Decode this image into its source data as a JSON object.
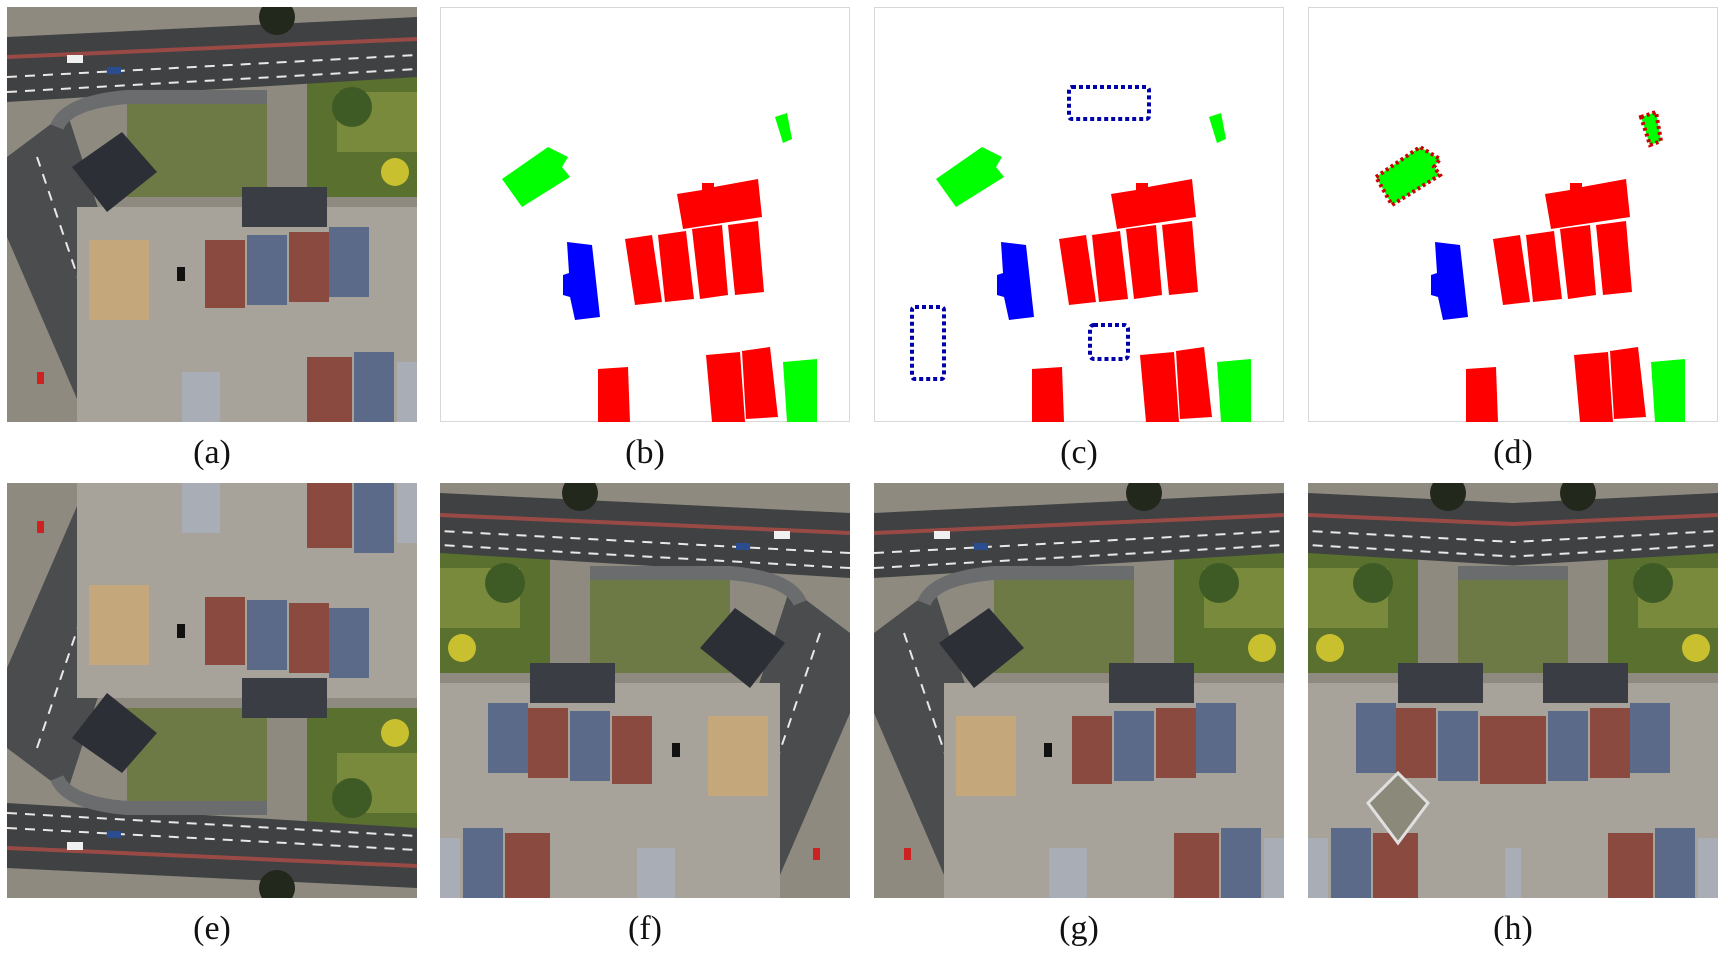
{
  "captions": {
    "a": "(a)",
    "b": "(b)",
    "c": "(c)",
    "d": "(d)",
    "e": "(e)",
    "f": "(f)",
    "g": "(g)",
    "h": "(h)"
  },
  "colors": {
    "class_red": "#ff0000",
    "class_blue": "#0000ff",
    "class_green": "#00ff00",
    "dropped_box": "#0000aa",
    "added_outline": "#cc0000"
  }
}
